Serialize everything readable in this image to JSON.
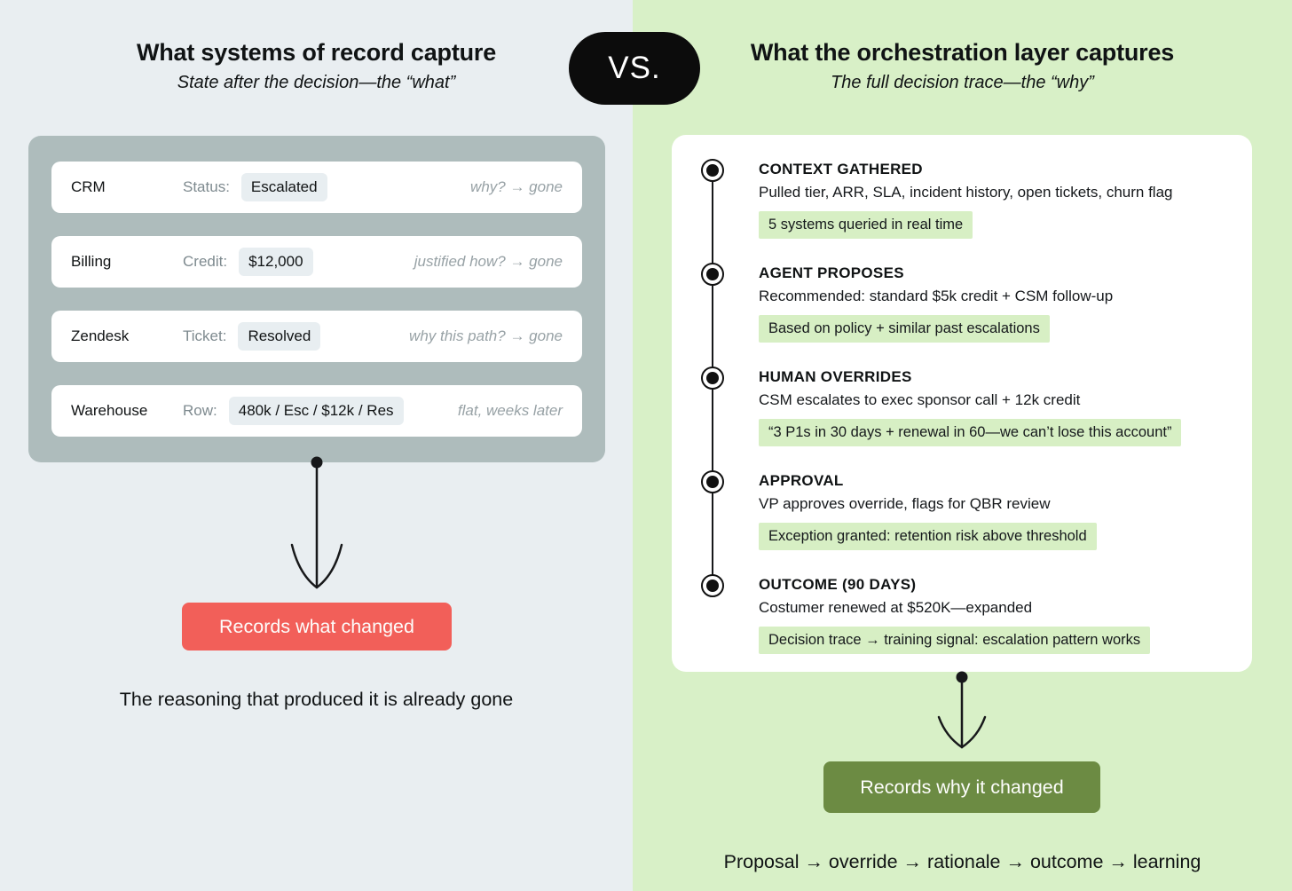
{
  "vs_label": "VS.",
  "colors": {
    "left_bg": "#e9eef1",
    "right_bg": "#d8f0c7",
    "gray_card": "#aebcbc",
    "chip_bg": "#e8eef1",
    "badge_bg": "#d7efc4",
    "red": "#f25f59",
    "green": "#6c8b43",
    "vs_bg": "#0c0c0c"
  },
  "left": {
    "title": "What systems of record capture",
    "subtitle": "State after the decision—the “what”",
    "rows": [
      {
        "system": "CRM",
        "field": "Status:",
        "value": "Escalated",
        "note": "why? → gone"
      },
      {
        "system": "Billing",
        "field": "Credit:",
        "value": "$12,000",
        "note": "justified how? → gone"
      },
      {
        "system": "Zendesk",
        "field": "Ticket:",
        "value": "Resolved",
        "note": "why this path? → gone"
      },
      {
        "system": "Warehouse",
        "field": "Row:",
        "value": "480k / Esc / $12k / Res",
        "note": "flat, weeks later"
      }
    ],
    "button_label": "Records what changed",
    "caption": "The reasoning that produced it is already gone"
  },
  "right": {
    "title": "What the orchestration layer captures",
    "subtitle": "The full decision trace—the “why”",
    "steps": [
      {
        "title": "CONTEXT GATHERED",
        "desc": "Pulled tier, ARR, SLA, incident history, open tickets, churn flag",
        "badge": "5 systems queried in real time"
      },
      {
        "title": "AGENT PROPOSES",
        "desc": "Recommended: standard $5k credit + CSM follow-up",
        "badge": "Based on policy + similar past escalations"
      },
      {
        "title": "HUMAN OVERRIDES",
        "desc": "CSM escalates to exec sponsor call + 12k credit",
        "badge": "“3 P1s in 30 days + renewal in 60—we can’t lose this account”"
      },
      {
        "title": "APPROVAL",
        "desc": "VP approves override, flags for QBR review",
        "badge": "Exception granted: retention risk above threshold"
      },
      {
        "title": "OUTCOME (90 DAYS)",
        "desc": "Costumer renewed at $520K—expanded",
        "badge": "Decision trace → training signal: escalation pattern works"
      }
    ],
    "button_label": "Records why it changed",
    "caption": "Proposal → override → rationale → outcome → learning"
  }
}
